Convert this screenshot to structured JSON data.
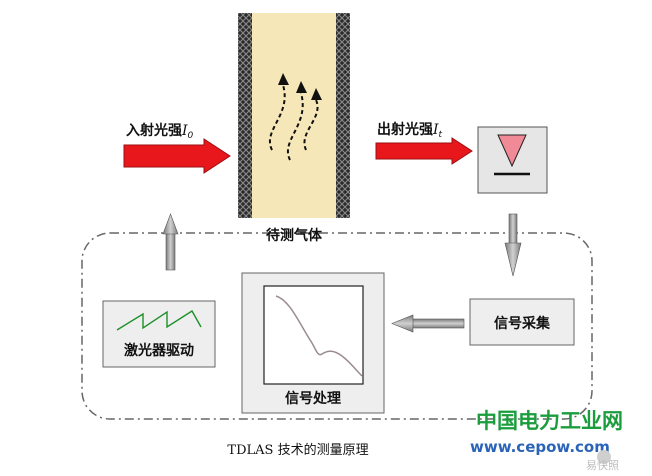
{
  "labels": {
    "incident": "入射光强",
    "incident_symbol": "I",
    "incident_sub": "0",
    "transmitted": "出射光强",
    "transmitted_symbol": "I",
    "transmitted_sub": "t",
    "gas": "待测气体",
    "laser_drive": "激光器驱动",
    "signal_acq": "信号采集",
    "signal_proc": "信号处理",
    "caption": "TDLAS 技术的测量原理"
  },
  "watermark": {
    "line1": "中国电力工业网",
    "line2": "www.cepow.com",
    "line3": "易快照"
  },
  "colors": {
    "arrow_red": "#e8171c",
    "cell_fill": "#f6e7b9",
    "gray_box": "#eeeeee",
    "watermark_green": "#1b9c3d"
  }
}
